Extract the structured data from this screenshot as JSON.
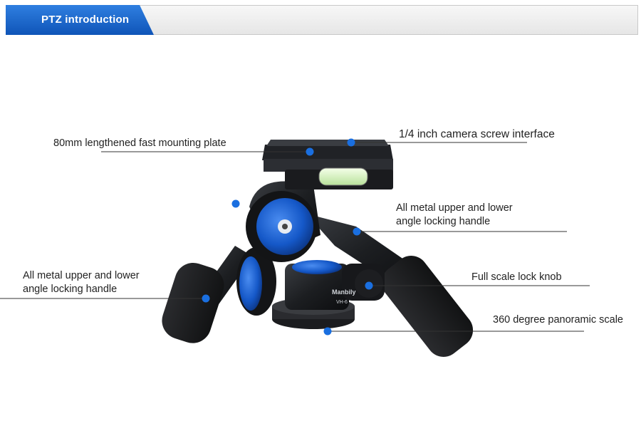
{
  "header": {
    "title": "PTZ introduction"
  },
  "callouts": {
    "mounting_plate": "80mm lengthened fast mounting plate",
    "screw_interface": "1/4 inch camera screw interface",
    "handle_right_line1": "All metal upper and lower",
    "handle_right_line2": "angle locking handle",
    "handle_left_line1": "All metal upper and lower",
    "handle_left_line2": "angle locking handle",
    "lock_knob": "Full scale lock knob",
    "panoramic_scale": "360 degree panoramic scale"
  },
  "product_text": {
    "brand": "Manbily",
    "model": "VH-6"
  },
  "colors": {
    "accent": "#1565d8",
    "dot": "#1a6fe0",
    "tab_top": "#2f7fe0",
    "tab_bottom": "#0f55b8"
  }
}
